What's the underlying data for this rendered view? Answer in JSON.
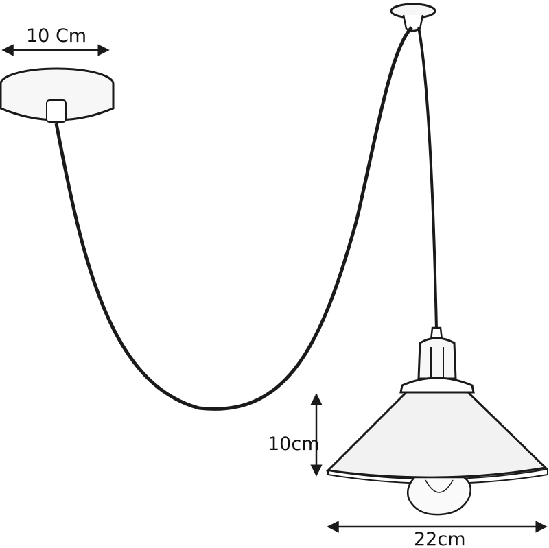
{
  "dimensions": {
    "canopy_width": "10 Cm",
    "shade_height": "10cm",
    "shade_width": "22cm"
  }
}
